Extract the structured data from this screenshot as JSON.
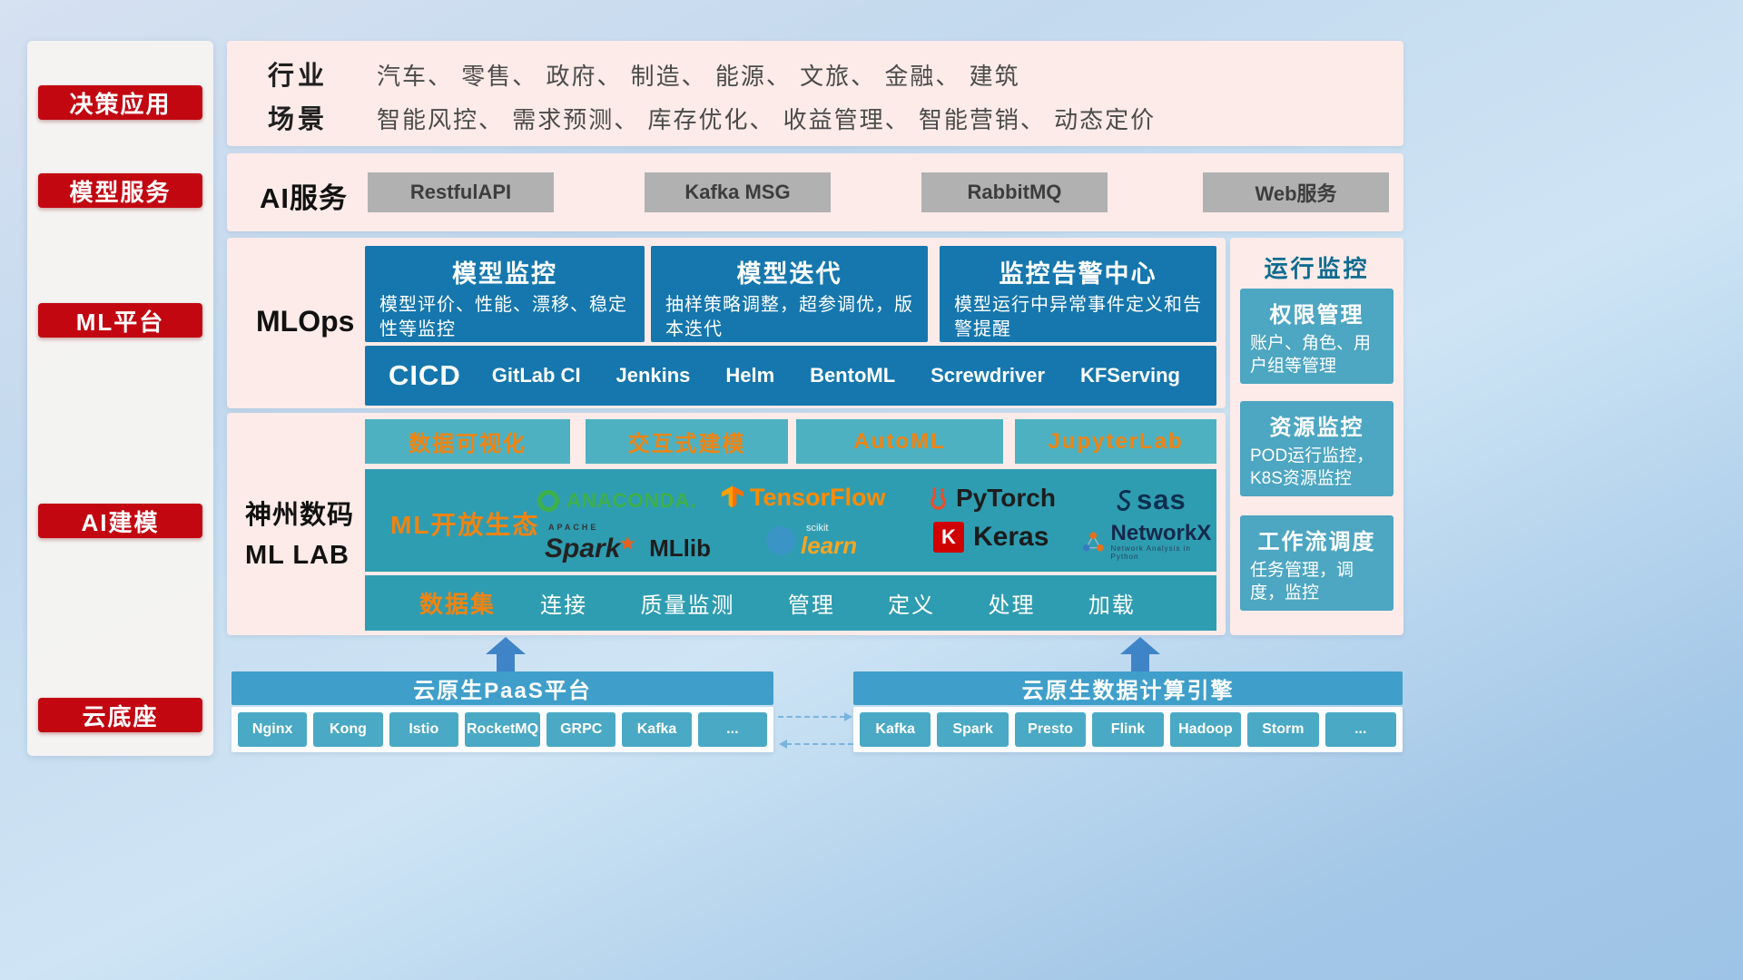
{
  "colors": {
    "accent_red": "#c20711",
    "panel_pink": "#fcebe8",
    "card_blue": "#1577ad",
    "teal": "#2f9db1",
    "teal_card": "#4da6c2",
    "orange": "#f08411",
    "cloud_blue": "#3f9fca"
  },
  "sidebar": {
    "items": [
      "决策应用",
      "模型服务",
      "ML平台",
      "AI建模",
      "云底座"
    ]
  },
  "industry": {
    "row1_label": "行业",
    "row1_text": "汽车、 零售、 政府、 制造、 能源、 文旅、 金融、 建筑",
    "row2_label": "场景",
    "row2_text": "智能风控、 需求预测、 库存优化、 收益管理、 智能营销、 动态定价"
  },
  "ai_service": {
    "label": "AI服务",
    "buttons": [
      "RestfulAPI",
      "Kafka MSG",
      "RabbitMQ",
      "Web服务"
    ]
  },
  "mlops": {
    "label": "MLOps",
    "cards": [
      {
        "title": "模型监控",
        "desc": "模型评价、性能、漂移、稳定性等监控"
      },
      {
        "title": "模型迭代",
        "desc": "抽样策略调整，超参调优，版本迭代"
      },
      {
        "title": "监控告警中心",
        "desc": "模型运行中异常事件定义和告警提醒"
      }
    ],
    "cicd_label": "CICD",
    "cicd_items": [
      "GitLab CI",
      "Jenkins",
      "Helm",
      "BentoML",
      "Screwdriver",
      "KFServing"
    ]
  },
  "monitoring": {
    "title": "运行监控",
    "cards": [
      {
        "title": "权限管理",
        "desc": "账户、角色、用户组等管理"
      },
      {
        "title": "资源监控",
        "desc": "POD运行监控，K8S资源监控"
      },
      {
        "title": "工作流调度",
        "desc": "任务管理，调度，监控"
      }
    ]
  },
  "mllab": {
    "label_line1": "神州数码",
    "label_line2": "ML LAB",
    "tools": [
      "数据可视化",
      "交互式建模",
      "AutoML",
      "JupyterLab"
    ],
    "ecosystem_label": "ML开放生态",
    "logos": {
      "anaconda": "ANACONDA.",
      "tensorflow": "TensorFlow",
      "pytorch": "PyTorch",
      "sas": "sas",
      "spark_apache": "APACHE",
      "spark": "Spark",
      "spark_star": "★",
      "mllib": "MLlib",
      "scikit_top": "scikit",
      "scikit": "learn",
      "keras_k": "K",
      "keras": "Keras",
      "networkx": "NetworkX",
      "networkx_sub": "Network Analysis in Python"
    },
    "dataset_label": "数据集",
    "dataset_items": [
      "连接",
      "质量监测",
      "管理",
      "定义",
      "处理",
      "加载"
    ]
  },
  "cloud": {
    "paas_title": "云原生PaaS平台",
    "paas_items": [
      "Nginx",
      "Kong",
      "Istio",
      "RocketMQ",
      "GRPC",
      "Kafka",
      "..."
    ],
    "engine_title": "云原生数据计算引擎",
    "engine_items": [
      "Kafka",
      "Spark",
      "Presto",
      "Flink",
      "Hadoop",
      "Storm",
      "..."
    ]
  }
}
